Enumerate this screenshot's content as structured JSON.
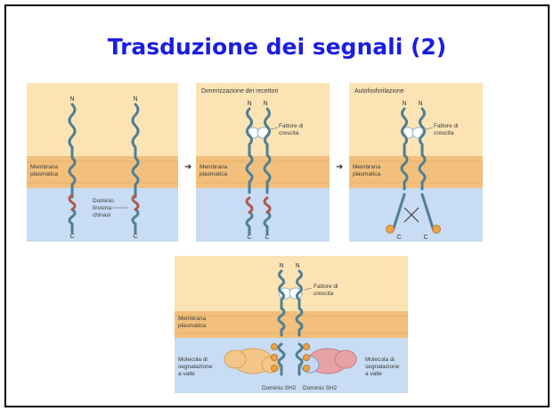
{
  "slide": {
    "title": "Trasduzione dei segnali (2)"
  },
  "panels": [
    {
      "title": "",
      "labels": {
        "membrane": [
          "Membrana",
          "plasmatica"
        ],
        "kinase": [
          "Dominio",
          "tirosina",
          "chinasi"
        ],
        "n": "N",
        "c": "C"
      }
    },
    {
      "title": "Dimerizzazione dei recettori",
      "labels": {
        "membrane": [
          "Membrana",
          "plasmatica"
        ],
        "factor": [
          "Fattore di",
          "crescita"
        ],
        "n": "N",
        "c": "C"
      }
    },
    {
      "title": "Autofosforilazione",
      "labels": {
        "membrane": [
          "Membrana",
          "plasmatica"
        ],
        "factor": [
          "Fattore di",
          "crescita"
        ],
        "n": "N",
        "c": "C"
      }
    },
    {
      "title": "",
      "labels": {
        "membrane": [
          "Membrana",
          "plasmatica"
        ],
        "factor": [
          "Fattore di",
          "crescita"
        ],
        "left_molecule": [
          "Molecola di",
          "segnalazione",
          "a valle"
        ],
        "right_molecule": [
          "Molecola di",
          "segnalazione",
          "a valle"
        ],
        "sh2_left": "Dominio SH2",
        "sh2_right": "Dominio SH2",
        "n": "N"
      }
    }
  ],
  "colors": {
    "title": "#1a1ee0",
    "extracellular": "#fbe3b4",
    "membrane": "#f2c07c",
    "cytoplasm": "#c8dcf3",
    "receptor": "#4f7f94",
    "kinase": "#b05a4a",
    "phosphate": "#e8a24a",
    "left_molecule": "#f4c68a",
    "right_molecule": "#e8a2a6"
  }
}
